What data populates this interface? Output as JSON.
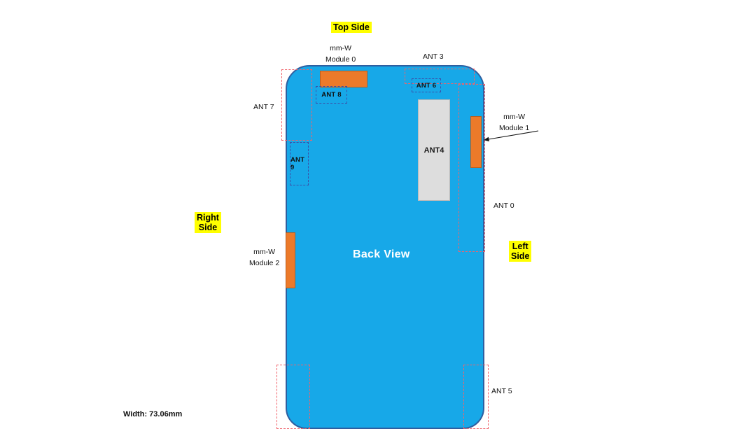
{
  "diagram": {
    "title": "Back View",
    "device_color": "#17a8e8",
    "module_color": "#ec7a2a",
    "antenna_patch_color": "#dddddd",
    "highlight_color": "#ffff00",
    "dashed_red_color": "#f0636b",
    "dashed_blue_color": "#3b4fa8",
    "back_view_label": "Back View",
    "width_dimension": "Width: 73.06mm"
  },
  "side_labels": {
    "top": "Top Side",
    "right": "Right\nSide",
    "left": "Left\nSide"
  },
  "mmwave_modules": [
    {
      "id": "module-0",
      "label": "mm-W\nModule 0",
      "line1": "mm-W",
      "line2": "Module 0"
    },
    {
      "id": "module-1",
      "label": "mm-W\nModule 1",
      "line1": "mm-W",
      "line2": "Module 1"
    },
    {
      "id": "module-2",
      "label": "mm-W\nModule 2",
      "line1": "mm-W",
      "line2": "Module 2"
    }
  ],
  "antennas": [
    {
      "id": "ant-0",
      "label": "ANT 0",
      "placement": "outside-right"
    },
    {
      "id": "ant-3",
      "label": "ANT 3",
      "placement": "outside-top"
    },
    {
      "id": "ant-4",
      "label": "ANT4",
      "placement": "inside-patch"
    },
    {
      "id": "ant-5",
      "label": "ANT 5",
      "placement": "outside-bottom-right"
    },
    {
      "id": "ant-6",
      "label": "ANT 6",
      "placement": "inside-top"
    },
    {
      "id": "ant-7",
      "label": "ANT 7",
      "placement": "outside-left"
    },
    {
      "id": "ant-8",
      "label": "ANT 8",
      "placement": "inside-top-left"
    },
    {
      "id": "ant-9",
      "label": "ANT 9",
      "placement": "inside-left"
    }
  ]
}
